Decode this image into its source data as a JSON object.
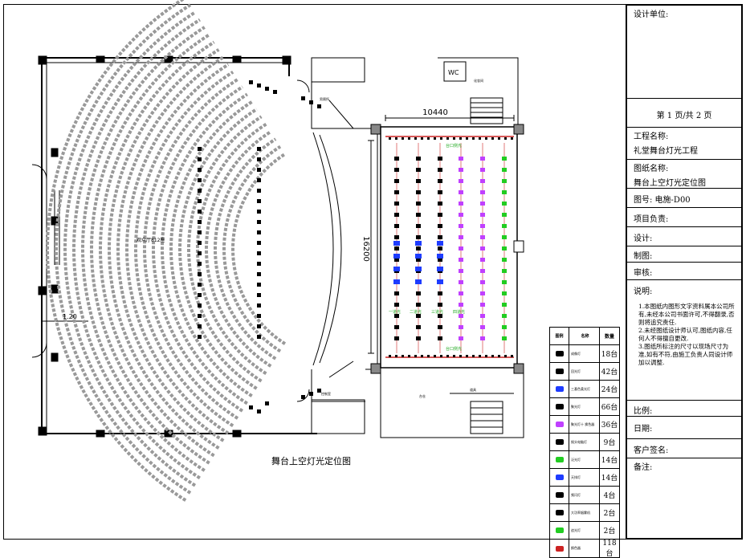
{
  "drawing": {
    "title": "舞台上空灯光定位图",
    "dim_width": "10440",
    "dim_depth": "16200",
    "dim_side": "1.20",
    "hall_area_label": "观众厅812座",
    "wc_label": "WC",
    "stage_top_label": "台口侧光",
    "stage_bottom_label": "台口侧光",
    "room_labels": [
      "男厕所",
      "控制室",
      "化妆间",
      "台仓",
      "道具"
    ],
    "row_labels": [
      "一道光",
      "二道光",
      "三道光",
      "四道光"
    ]
  },
  "title_block": {
    "design_unit_label": "设计单位:",
    "page_label": "第 1 页/共 2 页",
    "project_name_label": "工程名称:",
    "project_name": "礼堂舞台灯光工程",
    "drawing_name_label": "图纸名称:",
    "drawing_name": "舞台上空灯光定位图",
    "drawing_no": "图号: 电施-D00",
    "project_lead": "项目负责:",
    "design": "设计:",
    "draw": "制图:",
    "review": "审核:",
    "notes_label": "说明:",
    "notes": [
      "1.本图纸内图形文字资料属本公司所有,未经本公司书面许可,不得翻录,否则将追究责任.",
      "2.未经图纸设计师认可,图纸内容,任何人不得擅自更改.",
      "3.图纸所标注的尺寸以现场尺寸为准,如有不符,由施工负责人同设计师加以调整."
    ],
    "scale": "比例:",
    "date": "日期:",
    "client_sign": "客户签名:",
    "remarks": "备注:"
  },
  "legend": {
    "header": {
      "icon": "图例",
      "name": "名称",
      "qty": "数量"
    },
    "items": [
      {
        "icon": "followspot-icon",
        "name": "成像灯",
        "qty": "18台",
        "color": "#000000"
      },
      {
        "icon": "par-icon",
        "name": "回光灯",
        "qty": "42台",
        "color": "#000000"
      },
      {
        "icon": "led-triangle-icon",
        "name": "三基色柔光灯",
        "qty": "24台",
        "color": "#1e3cff"
      },
      {
        "icon": "fresnel-icon",
        "name": "聚光灯",
        "qty": "66台",
        "color": "#000000"
      },
      {
        "icon": "scroller-icon",
        "name": "聚光灯十 换色器",
        "qty": "36台",
        "color": "#c040ff"
      },
      {
        "icon": "moving-icon",
        "name": "摇头电脑灯",
        "qty": "9台",
        "color": "#000000"
      },
      {
        "icon": "flood-icon",
        "name": "泛光灯",
        "qty": "14台",
        "color": "#22cc22"
      },
      {
        "icon": "cyc-icon",
        "name": "天排灯",
        "qty": "14台",
        "color": "#1e3cff"
      },
      {
        "icon": "strobe-icon",
        "name": "频闪灯",
        "qty": "4台",
        "color": "#000000"
      },
      {
        "icon": "smoke-icon",
        "name": "大功率烟雾机",
        "qty": "2台",
        "color": "#000000"
      },
      {
        "icon": "tripod-icon",
        "name": "追光灯",
        "qty": "2台",
        "color": "#22cc22"
      },
      {
        "icon": "hook-icon",
        "name": "换色器",
        "qty": "118台",
        "color": "#cc2222"
      }
    ]
  }
}
